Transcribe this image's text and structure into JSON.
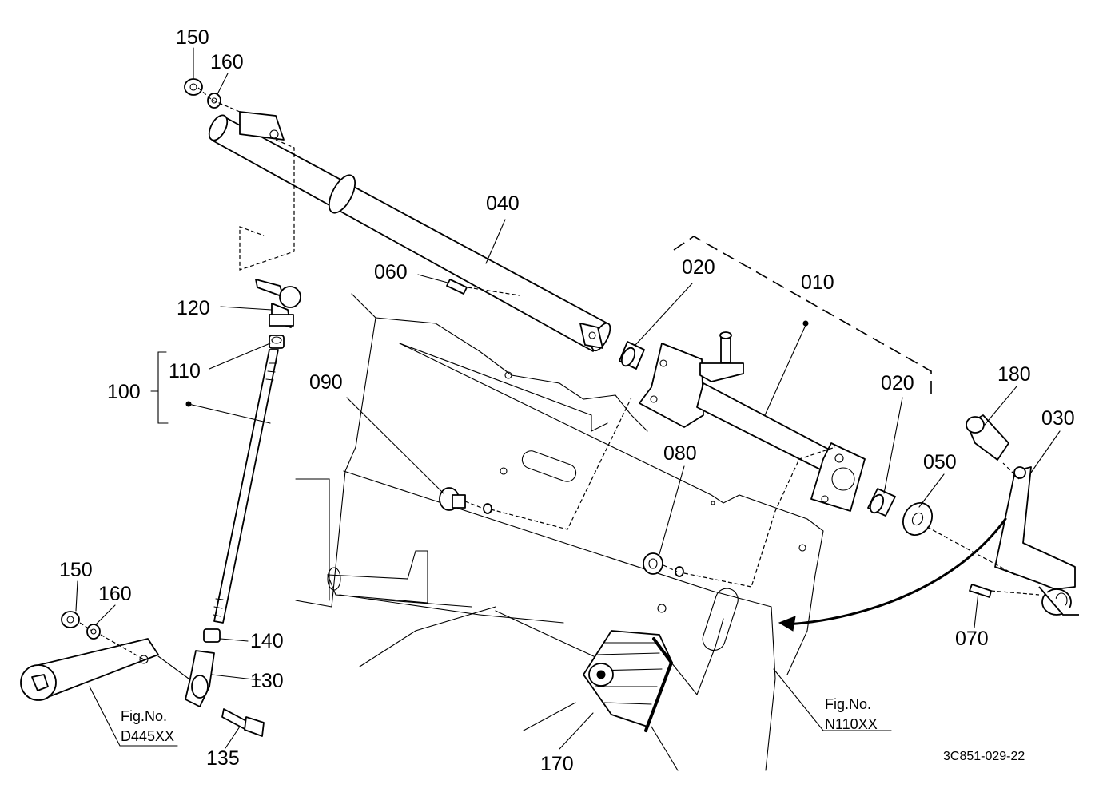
{
  "parts": {
    "p150a": "150",
    "p160a": "160",
    "p040": "040",
    "p060": "060",
    "p020a": "020",
    "p010": "010",
    "p120": "120",
    "p110": "110",
    "p100": "100",
    "p090": "090",
    "p020b": "020",
    "p180": "180",
    "p030": "030",
    "p050": "050",
    "p080": "080",
    "p150b": "150",
    "p160b": "160",
    "p140": "140",
    "p130": "130",
    "p070": "070",
    "p135": "135",
    "p170": "170"
  },
  "figrefs": {
    "left_label": "Fig.No.",
    "left_code": "D445XX",
    "right_label": "Fig.No.",
    "right_code": "N110XX"
  },
  "drawing_code": "3C851-029-22"
}
